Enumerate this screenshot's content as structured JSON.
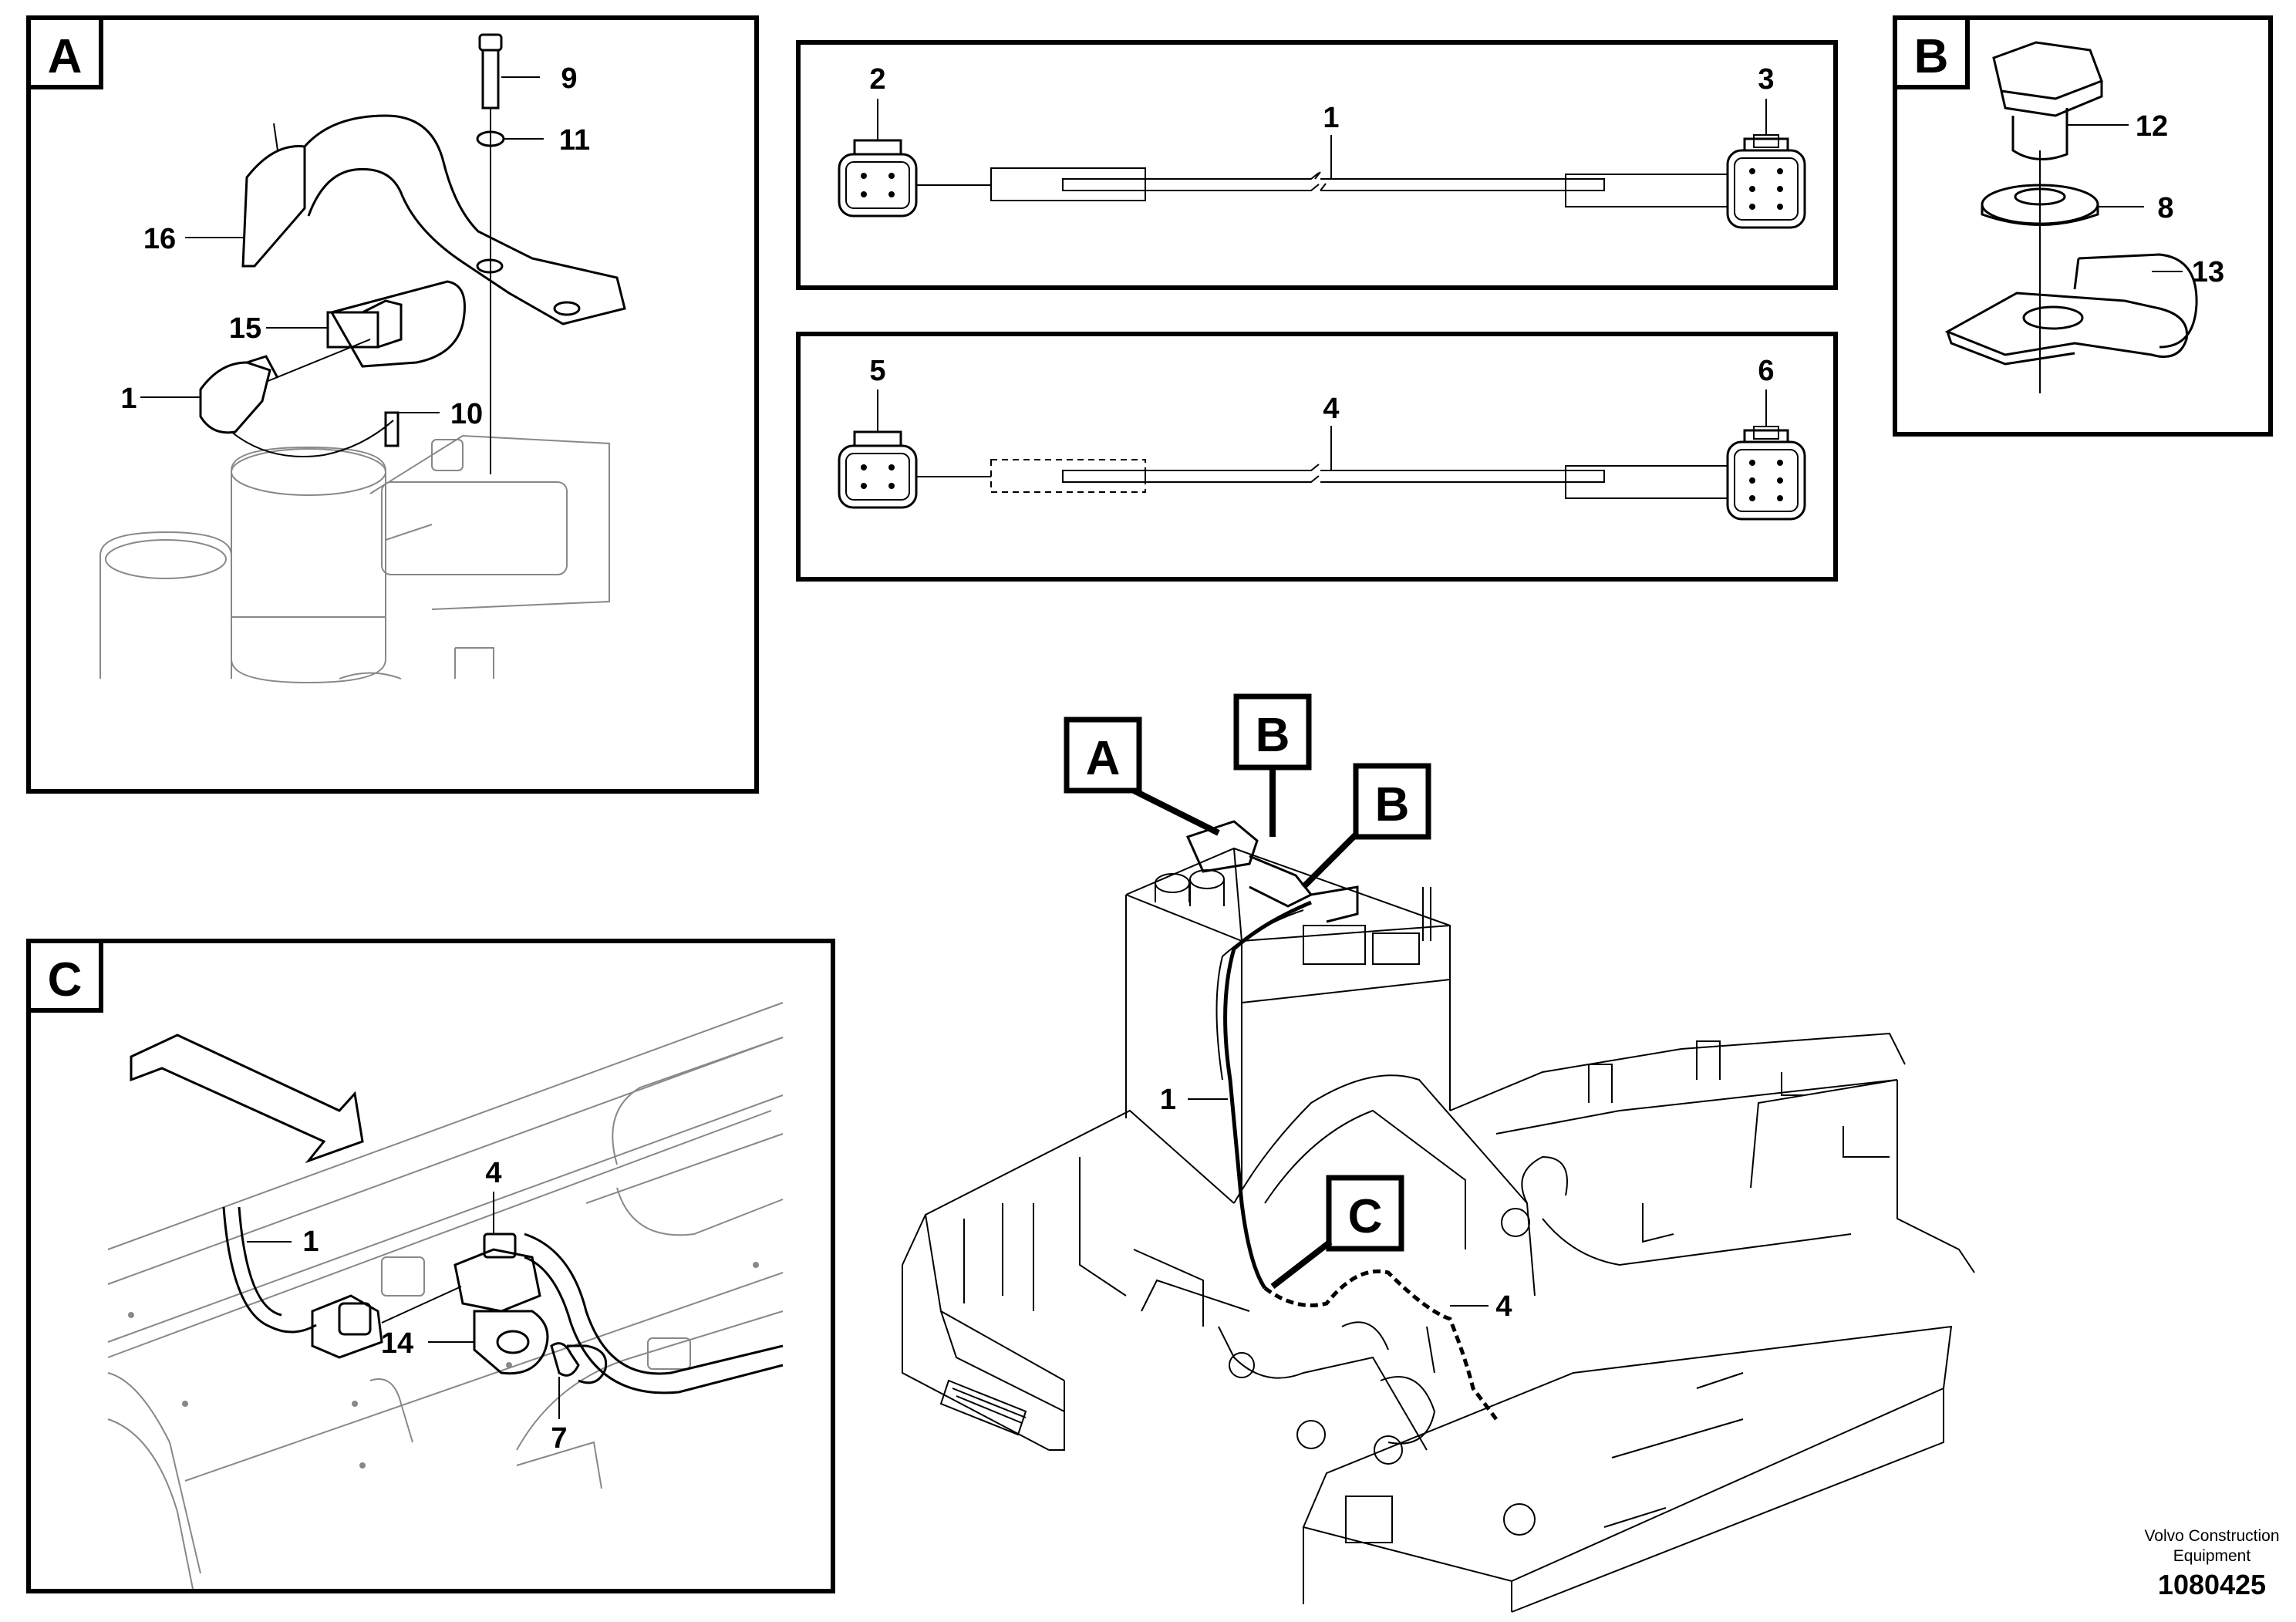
{
  "panels": {
    "A": {
      "letter": "A",
      "labels": [
        "9",
        "11",
        "16",
        "15",
        "1",
        "10"
      ]
    },
    "B": {
      "letter": "B",
      "labels": [
        "12",
        "8",
        "13"
      ]
    },
    "C": {
      "letter": "C",
      "labels": [
        "4",
        "1",
        "14",
        "7"
      ]
    },
    "harness1": {
      "labels": [
        "2",
        "1",
        "3"
      ]
    },
    "harness2": {
      "labels": [
        "5",
        "4",
        "6"
      ]
    }
  },
  "overview": {
    "callouts": [
      "A",
      "B",
      "B",
      "C"
    ],
    "labels": [
      "1",
      "4"
    ]
  },
  "footer": {
    "company_line1": "Volvo Construction",
    "company_line2": "Equipment",
    "drawing_number": "1080425"
  }
}
